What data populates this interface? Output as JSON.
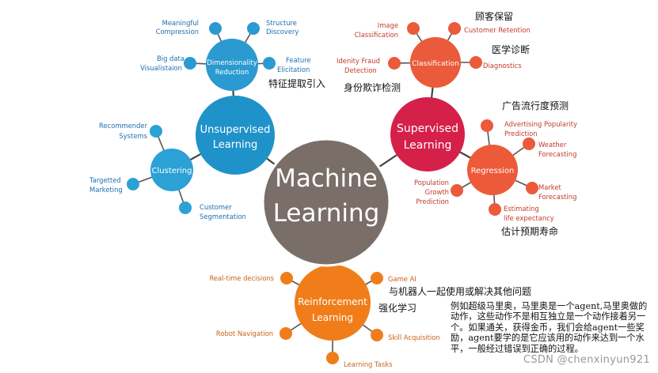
{
  "colors": {
    "machine_learning": "#7a6e68",
    "unsupervised": "#1f93c9",
    "supervised": "#d5204a",
    "reinforcement": "#f07d1a",
    "classification": "#e95b3a",
    "regression": "#ec5a3a",
    "clustering": "#2ba1d6",
    "dimensionality": "#2a9ad0"
  },
  "hubs": {
    "machine_learning": [
      "Machine",
      "Learning"
    ],
    "unsupervised": [
      "Unsupervised",
      "Learning"
    ],
    "supervised": [
      "Supervised",
      "Learning"
    ],
    "reinforcement": [
      "Reinforcement",
      "Learning"
    ],
    "dimensionality": [
      "Dimensionality",
      "Reduction"
    ],
    "clustering": [
      "Clustering"
    ],
    "classification": [
      "Classification"
    ],
    "regression": [
      "Regression"
    ]
  },
  "leaves": {
    "dim_meaningful": [
      "Meaningful",
      "Compression"
    ],
    "dim_structure": [
      "Structure",
      "Discovery"
    ],
    "dim_bigdata": [
      "Big data",
      "Visualistaion"
    ],
    "dim_feature": [
      "Feature",
      "Elicitation"
    ],
    "clu_recommender": [
      "Recommender",
      "Systems"
    ],
    "clu_targeted": [
      "Targetted",
      "Marketing"
    ],
    "clu_customer": [
      "Customer",
      "Segmentation"
    ],
    "cls_image": [
      "Image",
      "Classification"
    ],
    "cls_retention": [
      "Customer Retention"
    ],
    "cls_fraud": [
      "Idenity Fraud",
      "Detection"
    ],
    "cls_diagnostics": [
      "Diagnostics"
    ],
    "reg_advertising": [
      "Advertising Popularity",
      "Prediction"
    ],
    "reg_weather": [
      "Weather",
      "Forecasting"
    ],
    "reg_population": [
      "Population",
      "Growth",
      "Prediction"
    ],
    "reg_market": [
      "Market",
      "Forecasting"
    ],
    "reg_life": [
      "Estimating",
      "life expectancy"
    ],
    "rl_realtime": [
      "Real-time decisions"
    ],
    "rl_gameai": [
      "Game AI"
    ],
    "rl_robot": [
      "Robot Navigation"
    ],
    "rl_skill": [
      "Skill Acquisition"
    ],
    "rl_tasks": [
      "Learning Tasks"
    ]
  },
  "annotations": {
    "customer_retention_cn": "顾客保留",
    "diagnostics_cn": "医学诊断",
    "feature_cn": "特征提取引入",
    "fraud_cn": "身份欺诈检测",
    "advertising_cn": "广告流行度预测",
    "life_cn": "估计预期寿命",
    "robot_cn": "与机器人一起使用或解决其他问题",
    "rl_cn": "强化学习",
    "rl_explanation": "例如超级马里奥，马里奥是一个agent,马里奥做的动作，这些动作不是相互独立是一个动作接着另一个。如果通关，获得金币，我们会给agent一些奖励，agent要学的是它应该用的动作来达到一个水平，一般经过错误到正确的过程。"
  },
  "watermark": "CSDN @chenxinyun921"
}
